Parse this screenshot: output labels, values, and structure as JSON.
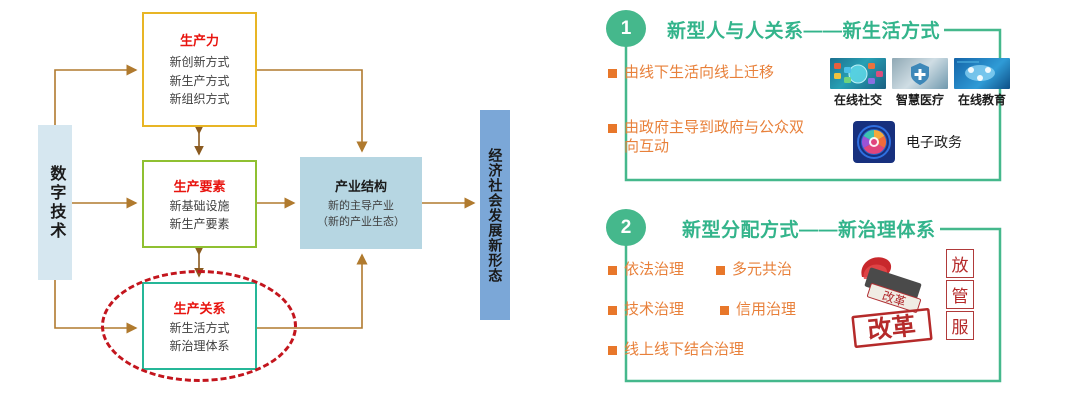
{
  "diagram": {
    "digital_tech": "数字技术",
    "outcome": "经济社会发展新形态",
    "productive_force": {
      "title": "生产力",
      "lines": [
        "新创新方式",
        "新生产方式",
        "新组织方式"
      ]
    },
    "production_factor": {
      "title": "生产要素",
      "lines": [
        "新基础设施",
        "新生产要素"
      ]
    },
    "production_relation": {
      "title": "生产关系",
      "lines": [
        "新生活方式",
        "新治理体系"
      ]
    },
    "industry_structure": {
      "title": "产业结构",
      "lines": [
        "新的主导产业",
        "（新的产业生态）"
      ]
    },
    "colors": {
      "arrow": "#b07a2e",
      "force_border": "#e8b525",
      "factor_border": "#8fc031",
      "relation_border": "#25b798",
      "highlight_ellipse": "#c3151d",
      "digital_bg": "#d6e7f0",
      "outcome_bg": "#7ba7d7",
      "industry_bg": "#b6d6e2",
      "title_red": "#e8140f"
    }
  },
  "panels": [
    {
      "number": "1",
      "title": "新型人与人关系——新生活方式",
      "bullets": [
        "由线下生活向线上迁移",
        "由政府主导到政府与公众双向互动"
      ],
      "thumbnails": [
        {
          "caption": "在线社交",
          "icon": "online-social-thumbnail"
        },
        {
          "caption": "智慧医疗",
          "icon": "smart-medical-thumbnail"
        },
        {
          "caption": "在线教育",
          "icon": "online-education-thumbnail"
        }
      ],
      "egov": {
        "caption": "电子政务",
        "icon": "e-government-icon"
      }
    },
    {
      "number": "2",
      "title": "新型分配方式——新治理体系",
      "bullets_grid": [
        [
          "依法治理",
          "多元共治"
        ],
        [
          "技术治理",
          "信用治理"
        ],
        [
          "线上线下结合治理",
          ""
        ]
      ],
      "stamp": {
        "icon": "reform-stamp-icon",
        "stamp_text": "改革",
        "chars": [
          "放",
          "管",
          "服"
        ]
      }
    }
  ],
  "theme": {
    "panel_border": "#45b88c",
    "panel_title": "#33b48b",
    "bullet_square": "#e8772a",
    "bullet_text": "#e8803a"
  }
}
